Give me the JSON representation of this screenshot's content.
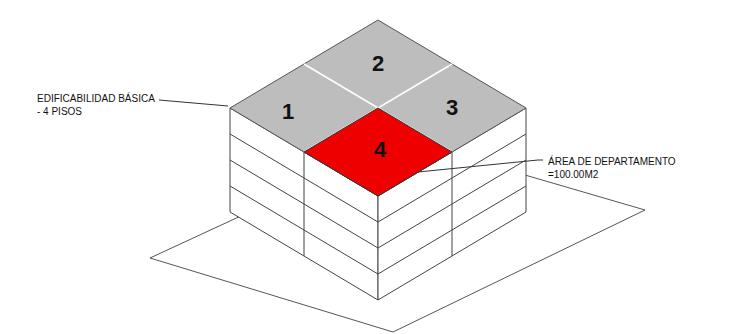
{
  "diagram": {
    "labels": [
      "1",
      "2",
      "3",
      "4",
      "EDIFICABILIDAD BÁSICA - 4 PISOS",
      "ÁREA DE DEPARTAMENTO =100.00M2"
    ]
  }
}
